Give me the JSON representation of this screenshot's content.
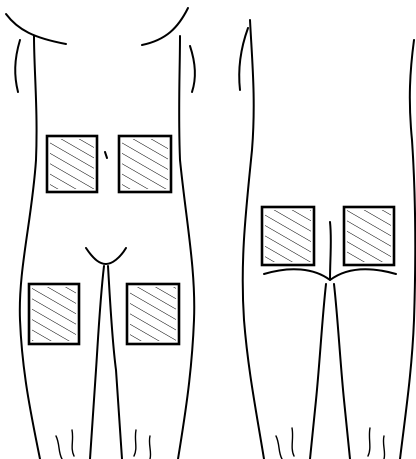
{
  "diagram": {
    "views": [
      {
        "id": "front",
        "sites": 4
      },
      {
        "id": "back",
        "sites": 2
      }
    ],
    "colors": {
      "line": "#000000",
      "background": "#ffffff"
    }
  }
}
